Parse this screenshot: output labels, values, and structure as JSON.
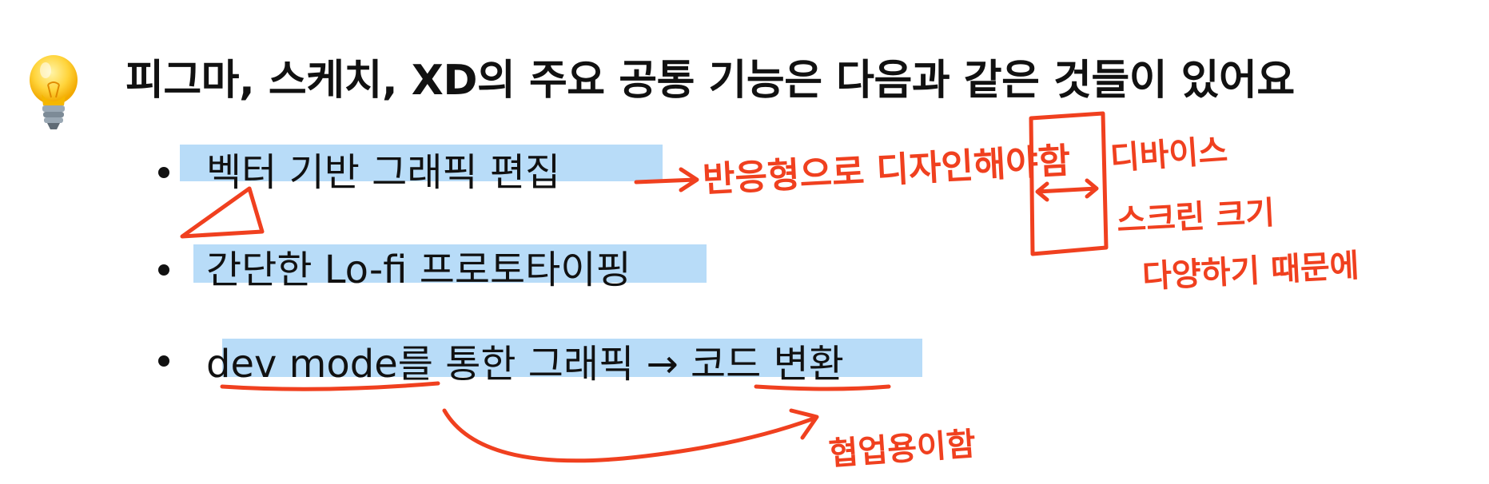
{
  "title": "피그마, 스케치, XD의 주요 공통 기능은 다음과 같은 것들이 있어요",
  "icon": "lightbulb-icon",
  "bullets": [
    {
      "text": "벡터 기반 그래픽 편집"
    },
    {
      "text": "간단한 Lo-fi 프로토타이핑"
    },
    {
      "text": "dev mode를 통한 그래픽 → 코드 변환"
    }
  ],
  "notes": {
    "responsive": "반응형으로 디자인해야함",
    "device": "디바이스",
    "screen_size": "스크린 크기",
    "various": "다양하기 때문에",
    "collab": "협업용이함"
  },
  "colors": {
    "highlight": "#b8dcf8",
    "ink": "#f0401f"
  }
}
